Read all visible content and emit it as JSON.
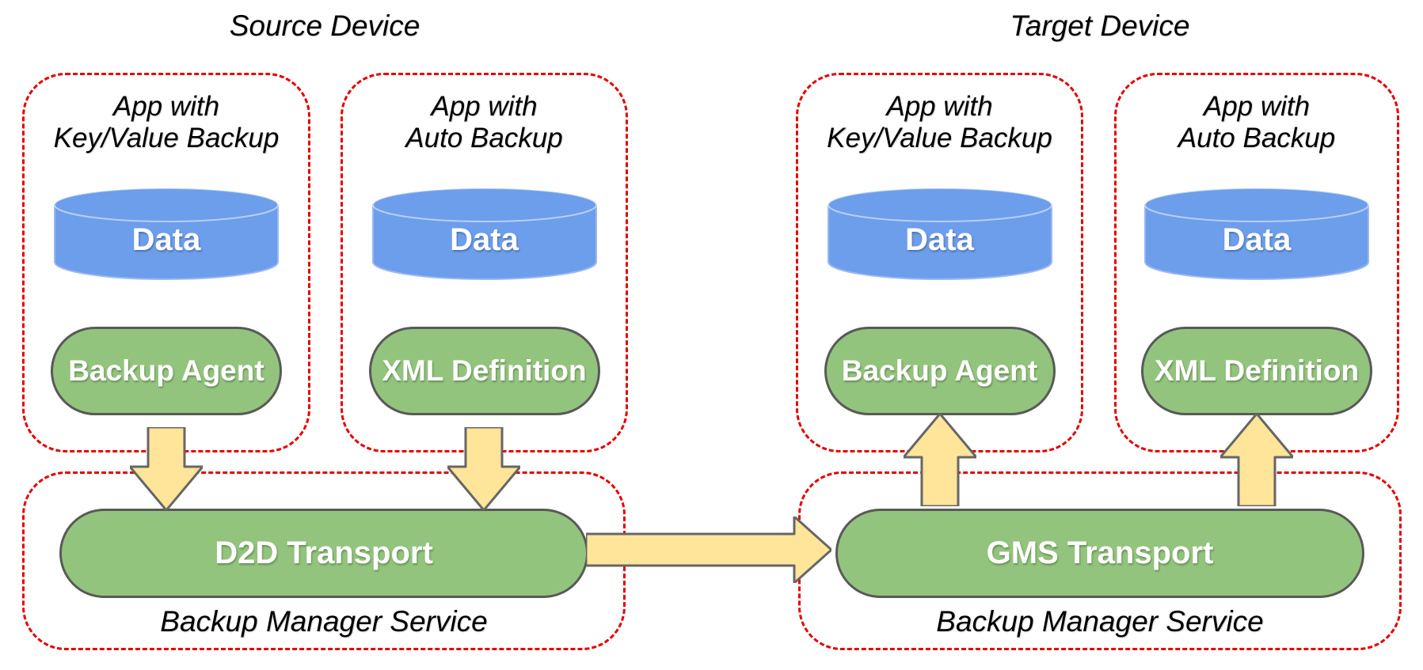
{
  "theme": {
    "bg": "#ffffff",
    "box-red": "#e60000",
    "cylinder-blue": "#6d9eeb",
    "cylinder-blue-light": "#9ab8f2",
    "pill-green": "#93c47d",
    "pill-border": "#595959",
    "arrow-yellow": "#ffe599",
    "arrow-border": "#666666",
    "text-dark": "#111111",
    "text-white": "#ffffff"
  },
  "source": {
    "device_title": "Source Device",
    "apps": [
      {
        "name_line1": "App with",
        "name_line2": "Key/Value Backup",
        "data_store": "Data",
        "backup_component": "Backup Agent"
      },
      {
        "name_line1": "App with",
        "name_line2": "Auto Backup",
        "data_store": "Data",
        "backup_component": "XML Definition"
      }
    ],
    "service": {
      "transport": "D2D Transport",
      "label": "Backup Manager Service"
    }
  },
  "target": {
    "device_title": "Target Device",
    "apps": [
      {
        "name_line1": "App with",
        "name_line2": "Key/Value Backup",
        "data_store": "Data",
        "backup_component": "Backup Agent"
      },
      {
        "name_line1": "App with",
        "name_line2": "Auto Backup",
        "data_store": "Data",
        "backup_component": "XML Definition"
      }
    ],
    "service": {
      "transport": "GMS Transport",
      "label": "Backup Manager Service"
    }
  }
}
